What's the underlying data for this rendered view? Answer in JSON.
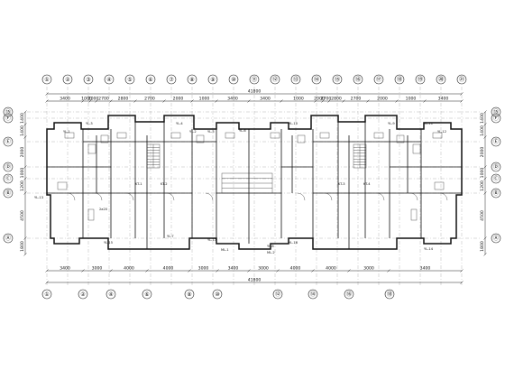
{
  "grid_top": [
    "①",
    "②",
    "③",
    "④",
    "⑤",
    "⑥",
    "⑦",
    "⑧",
    "⑨",
    "⑩",
    "⑪",
    "⑫",
    "⑬",
    "⑭",
    "⑮",
    "⑯",
    "⑰",
    "⑱",
    "⑲",
    "⑳",
    "㉑"
  ],
  "grid_bottom": [
    "①",
    "②",
    "④",
    "⑥",
    "⑧",
    "⑩",
    "⑫",
    "⑭",
    "⑯",
    "⑱"
  ],
  "grid_left": [
    "⑮",
    "Ⓕ",
    "Ⓔ",
    "Ⓓ",
    "Ⓒ",
    "Ⓑ",
    "Ⓐ"
  ],
  "grid_right": [
    "⑮",
    "Ⓕ",
    "Ⓔ",
    "Ⓓ",
    "Ⓒ",
    "Ⓑ",
    "Ⓐ"
  ],
  "total_top": "41800",
  "total_bottom": "41800",
  "dims_top": [
    "3400",
    "1000",
    "2000",
    "2700",
    "2800",
    "2700",
    "2000",
    "1000",
    "3400",
    "3400",
    "1000",
    "2000",
    "2700",
    "2800",
    "2700",
    "2000",
    "1000",
    "3400"
  ],
  "dims_bottom": [
    "3400",
    "3000",
    "4000",
    "4000",
    "3000",
    "3400",
    "3000",
    "4000",
    "4000",
    "3000",
    "3400"
  ],
  "dims_left": [
    "1400",
    "1400",
    "2000",
    "1000",
    "1200",
    "4500",
    "1800"
  ],
  "dims_right": [
    "1400",
    "1400",
    "2000",
    "1000",
    "1200",
    "4500",
    "1800"
  ],
  "tags": [
    "YL-1",
    "YL-2",
    "YL-3",
    "YL-4",
    "YL-5",
    "YL-6",
    "YL-7",
    "YL-8",
    "YL-9",
    "YL-10",
    "YL-11",
    "YL-12",
    "YL-13",
    "YL-14",
    "YL-15",
    "YL-16",
    "YL-17",
    "ML-1",
    "ML-2",
    "KT-1",
    "KT-2",
    "KT-3",
    "KT-4",
    "2a20"
  ]
}
